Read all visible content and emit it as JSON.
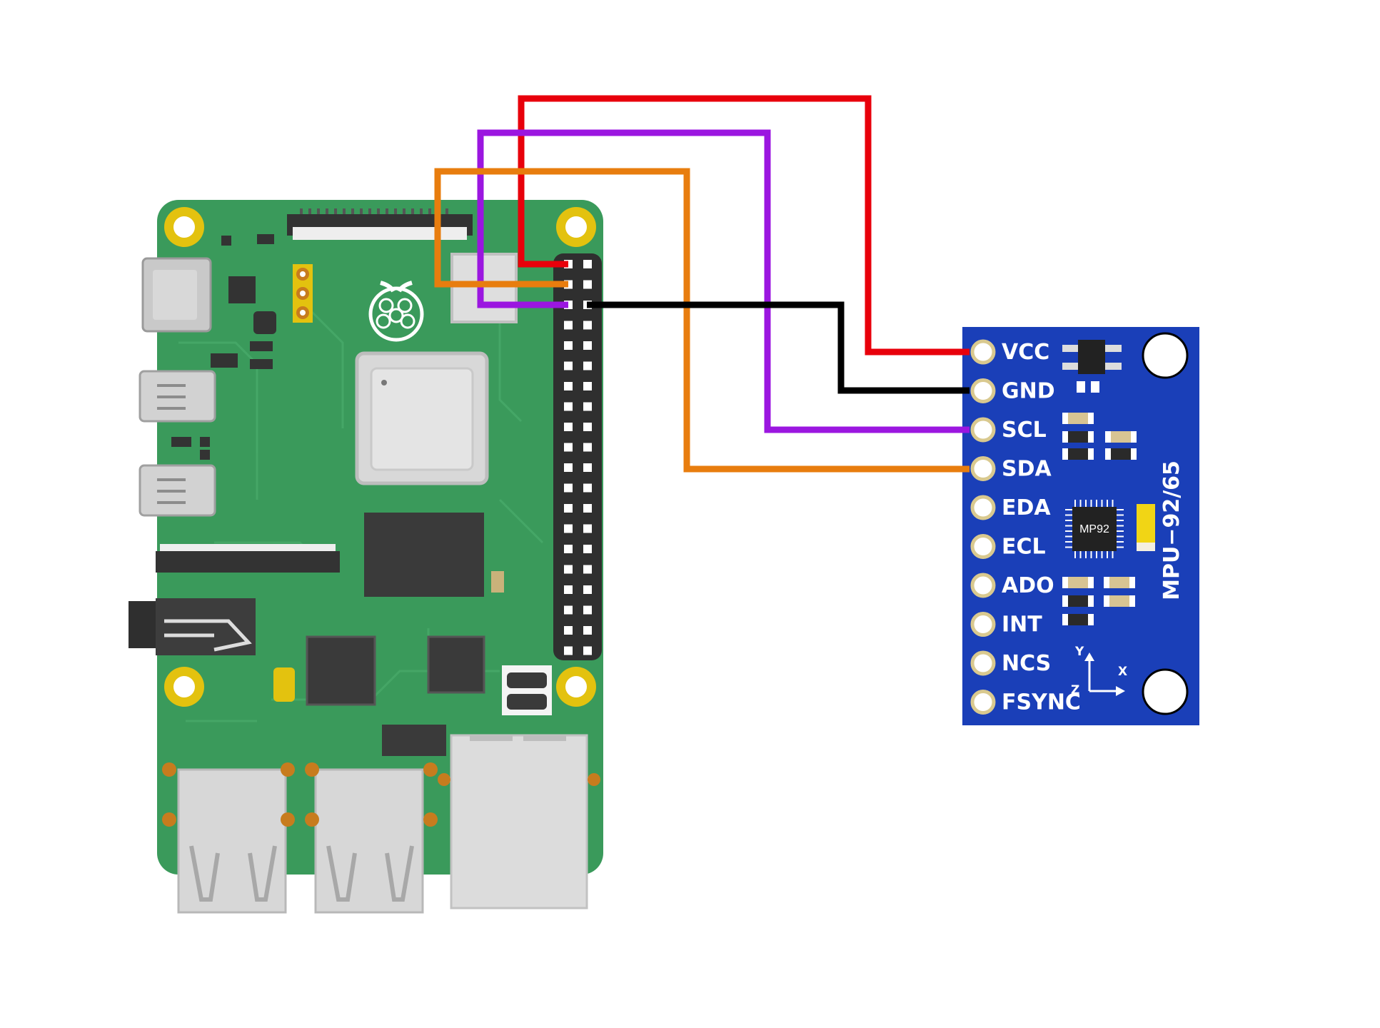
{
  "module": {
    "pins": [
      "VCC",
      "GND",
      "SCL",
      "SDA",
      "EDA",
      "ECL",
      "ADO",
      "INT",
      "NCS",
      "FSYNC"
    ],
    "title": "MPU−92/65",
    "chip_label": "MP92",
    "axes": {
      "x": "X",
      "y": "Y",
      "z": "Z"
    },
    "board_color": "#1a3fb8"
  },
  "wires": [
    {
      "name": "red-wire",
      "color": "#e8000b",
      "connects": [
        "VCC"
      ]
    },
    {
      "name": "black-wire",
      "color": "#000000",
      "connects": [
        "GND"
      ]
    },
    {
      "name": "purple-wire",
      "color": "#9b16e0",
      "connects": [
        "SCL"
      ]
    },
    {
      "name": "orange-wire",
      "color": "#e87d0e",
      "connects": [
        "SDA"
      ]
    }
  ],
  "pi": {
    "board_color": "#3a9a5b"
  }
}
